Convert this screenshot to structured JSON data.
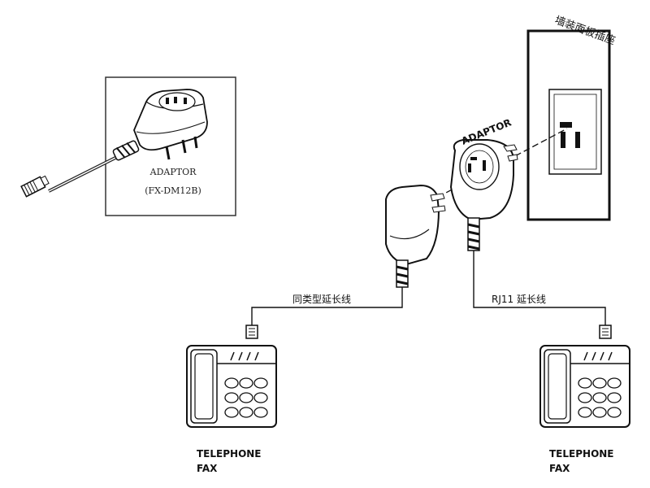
{
  "inset": {
    "label_line1": "ADAPTOR",
    "label_line2": "(FX-DM12B)"
  },
  "wall": {
    "label": "墙装面板插座"
  },
  "adaptor_label": "ADAPTOR",
  "cable_left_label": "同类型延长线",
  "cable_right_label": "RJ11 延长线",
  "phone_left": {
    "line1": "TELEPHONE",
    "line2": "FAX"
  },
  "phone_right": {
    "line1": "TELEPHONE",
    "line2": "FAX"
  }
}
